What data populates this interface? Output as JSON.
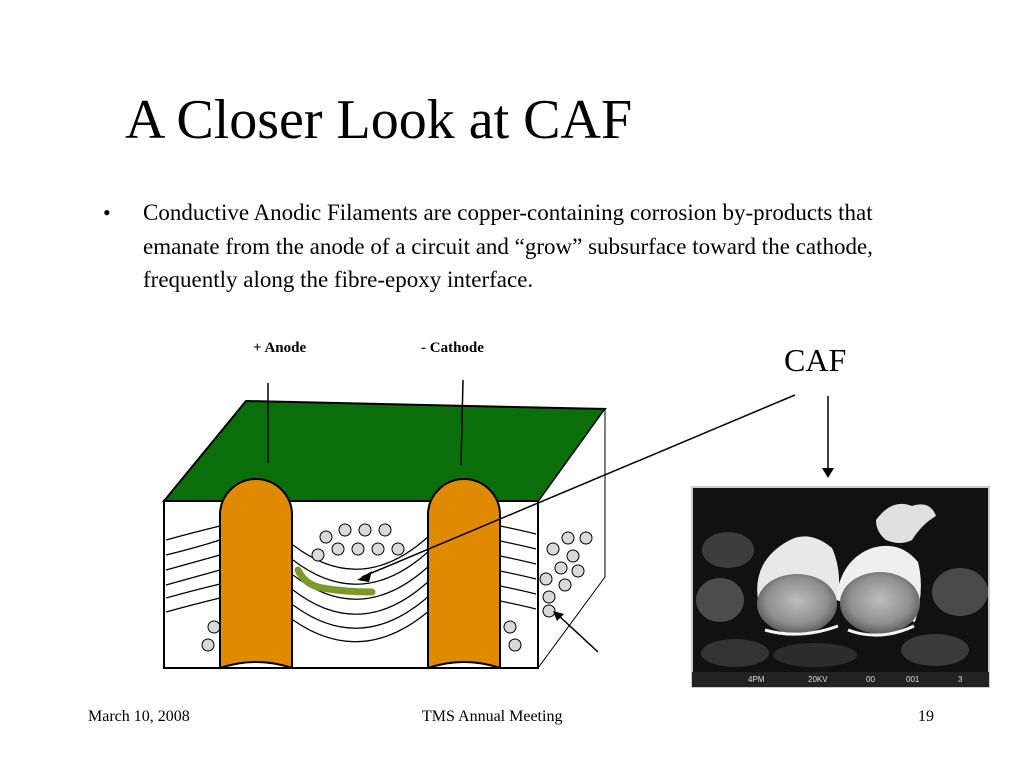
{
  "slide": {
    "title": "A Closer Look at CAF",
    "bullet_symbol": "•",
    "bullet_text": "Conductive Anodic Filaments are copper-containing corrosion by-products that emanate from the anode of a circuit and “grow” subsurface toward the cathode, frequently along the fibre-epoxy interface."
  },
  "diagram": {
    "anode_label": "+ Anode",
    "cathode_label": "-  Cathode",
    "board_color": "#0a6e0a",
    "via_color": "#df8a00",
    "filament_color": "#7c9a2c"
  },
  "micrograph": {
    "caption": "CAF",
    "scale_bar": "4PM",
    "kv": "20KV",
    "code1": "00",
    "code2": "001",
    "code3": "3"
  },
  "footer": {
    "date": "March 10, 2008",
    "event": "TMS  Annual Meeting",
    "page": "19"
  }
}
